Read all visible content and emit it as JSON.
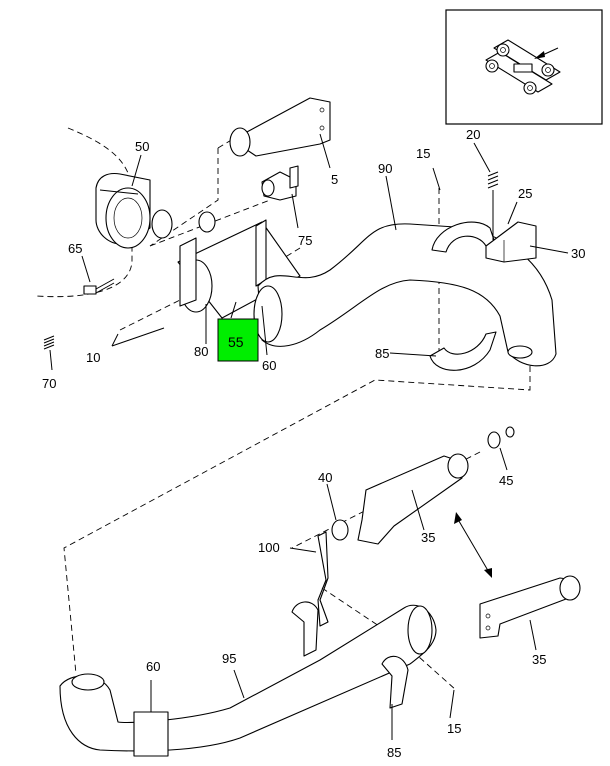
{
  "callouts": {
    "c5": "5",
    "c10": "10",
    "c15_top": "15",
    "c15_bottom": "15",
    "c20": "20",
    "c25": "25",
    "c30": "30",
    "c35_a": "35",
    "c35_b": "35",
    "c40": "40",
    "c45": "45",
    "c50": "50",
    "c55": "55",
    "c60_top": "60",
    "c60_bottom": "60",
    "c65": "65",
    "c70": "70",
    "c75": "75",
    "c80": "80",
    "c85_top": "85",
    "c85_bottom": "85",
    "c90": "90",
    "c95": "95",
    "c100": "100"
  },
  "highlight_color": "#00ee00"
}
